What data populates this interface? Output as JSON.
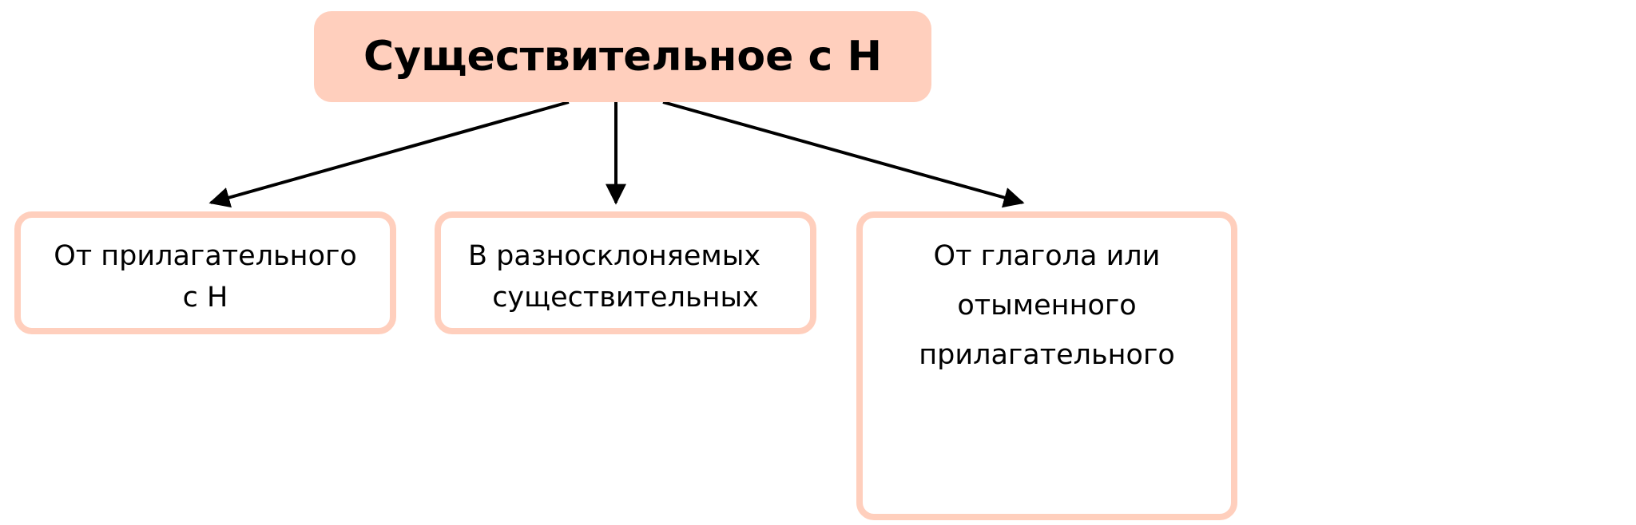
{
  "root": {
    "label": "Существительное с Н"
  },
  "children": [
    {
      "lines": [
        "От прилагательного",
        "с Н"
      ]
    },
    {
      "lines": [
        "В разносклоняемых",
        "существительных"
      ]
    },
    {
      "lines": [
        "От глагола или",
        "отыменного",
        "прилагательного"
      ]
    }
  ],
  "colors": {
    "box": "#FFCFBD",
    "arrow": "#000000"
  }
}
